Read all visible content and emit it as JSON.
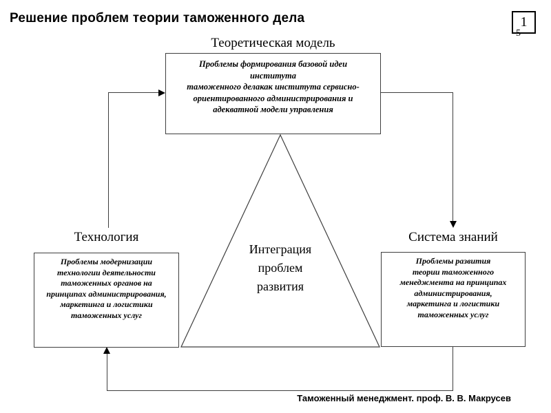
{
  "slide": {
    "title": "Решение проблем теории таможенного дела",
    "page_number": "1",
    "page_number_overflow": "5",
    "footer": "Таможенный менеджмент. проф. В. В. Макрусев",
    "background_color": "#ffffff",
    "line_color": "#3d3d3d",
    "text_color": "#000000"
  },
  "diagram": {
    "top_node": {
      "heading": "Теоретическая модель",
      "body": "Проблемы формирования базовой идеи\nинститута\nтаможенного делакак института сервисно-\nориентированного администрирования  и\nадекватной модели управления"
    },
    "left_node": {
      "heading": "Технология",
      "body": "Проблемы модернизации\nтехнологии деятельности\nтаможенных  органов на\nпринципах администрирования,\nмаркетинга и логистики\nтаможенных  услуг"
    },
    "right_node": {
      "heading": "Система знаний",
      "body": "Проблемы развития\nтеории таможенного\nменеджмента  на принципах\nадминистрирования,\nмаркетинга и логистики\nтаможенных услуг"
    },
    "center_node": {
      "label": "Интеграция\nпроблем\nразвития"
    }
  }
}
